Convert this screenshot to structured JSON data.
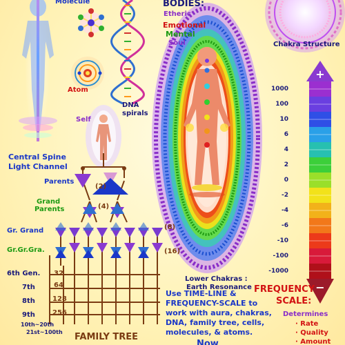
{
  "labels": {
    "molecule": "Molecule",
    "atom": "Atom",
    "dna": "DNA",
    "dna2": "spirals",
    "self": "Self",
    "central1": "Central Spine",
    "central2": "Light Channel",
    "parents": "Parents",
    "grand1": "Grand",
    "grand2": "Parents",
    "gr_grand": "Gr. Grand",
    "gr_gr_gra": "Gr.Gr.Gra.",
    "gen6": "6th Gen.",
    "gen7": "7th",
    "gen8": "8th",
    "gen9": "9th",
    "gen10": "10th~20th",
    "gen21": "21st~100th",
    "family_tree": "FAMILY TREE",
    "bodies": "BODIES:",
    "etheric": "Etheric",
    "emotional": "Emotional",
    "mental": "Mental",
    "soul": "Soul",
    "chakra_structure": "Chakra Structure",
    "lower_chakras1": "Lower Chakras :",
    "lower_chakras2": "Earth Resonance",
    "frequency": "FREQUENCY",
    "scale": "SCALE:",
    "determines": "Determines",
    "rate": "· Rate",
    "quality": "· Quality",
    "amount": "· Amount",
    "instr1": "Use TIME-LINE &",
    "instr2": "FREQUENCY-SCALE to",
    "instr3": "work with aura, chakras,",
    "instr4": "DNA, family tree, cells,",
    "instr5": "molecules, & atoms.",
    "now": "Now",
    "n2": "(2)",
    "n4": "(4)",
    "n8": "(8)",
    "n16": "(16)",
    "n32": "32",
    "n64": "64",
    "n128": "128",
    "n256": "256"
  },
  "scale_ticks": [
    "1000",
    "100",
    "10",
    "6",
    "4",
    "2",
    "0",
    "-2",
    "-4",
    "-6",
    "-10",
    "-100",
    "-1000"
  ],
  "colors": {
    "frequency_bands": [
      "#9b2fd0",
      "#6a3fe0",
      "#2f4fe6",
      "#2aa0e8",
      "#27c0b0",
      "#3ccf3a",
      "#9adf2a",
      "#f2e21a",
      "#f2b21a",
      "#f2781a",
      "#ec3a1a",
      "#d81a3a",
      "#b0101a"
    ]
  }
}
